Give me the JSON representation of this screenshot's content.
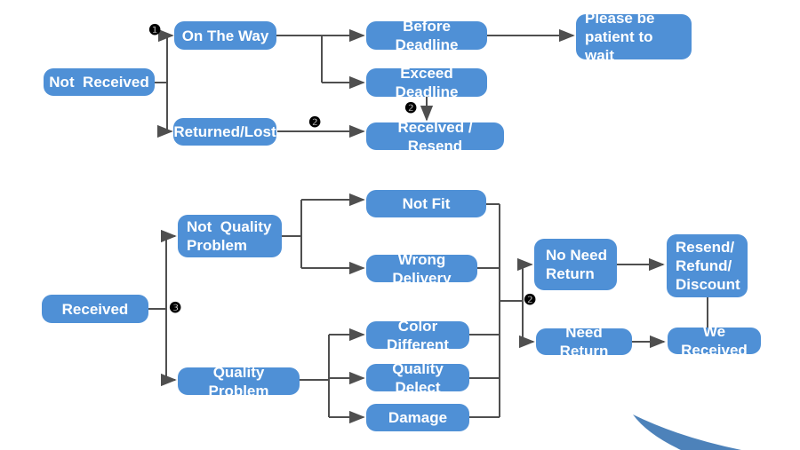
{
  "colors": {
    "background": "#ffffff",
    "box_fill": "#4f90d6",
    "box_text": "#ffffff",
    "line": "#4f4f4f",
    "marker": "#000000",
    "swoosh": "#4d82ba"
  },
  "nodes": {
    "not_received": {
      "label": "Not  Received"
    },
    "on_the_way": {
      "label": "On The Way"
    },
    "before_deadline": {
      "label": "Before Deadline"
    },
    "please_wait": {
      "label": "Please be\npatient to wait"
    },
    "exceed_deadline": {
      "label": "Exceed Deadline"
    },
    "returned_lost": {
      "label": "Returned/Lost"
    },
    "received_resend": {
      "label": "Recelved / Resend"
    },
    "received": {
      "label": "Received"
    },
    "not_quality_problem": {
      "label": "Not  Quality\nProblem"
    },
    "quality_problem": {
      "label": "Quality Problem"
    },
    "not_fit": {
      "label": "Not Fit"
    },
    "wrong_delivery": {
      "label": "Wrong Delivery"
    },
    "color_different": {
      "label": "Color Different"
    },
    "quality_delect": {
      "label": "Quality Delect"
    },
    "damage": {
      "label": "Damage"
    },
    "no_need_return": {
      "label": "No Need\nReturn"
    },
    "need_return": {
      "label": "Need Return"
    },
    "resend_refund_discount": {
      "label": "Resend/\nRefund/\nDiscount"
    },
    "we_received": {
      "label": "We Received"
    }
  },
  "markers": {
    "one": "❶",
    "two_returned_lost": "❷",
    "two_exceed": "❷",
    "two_branch": "❷",
    "three": "❸"
  }
}
